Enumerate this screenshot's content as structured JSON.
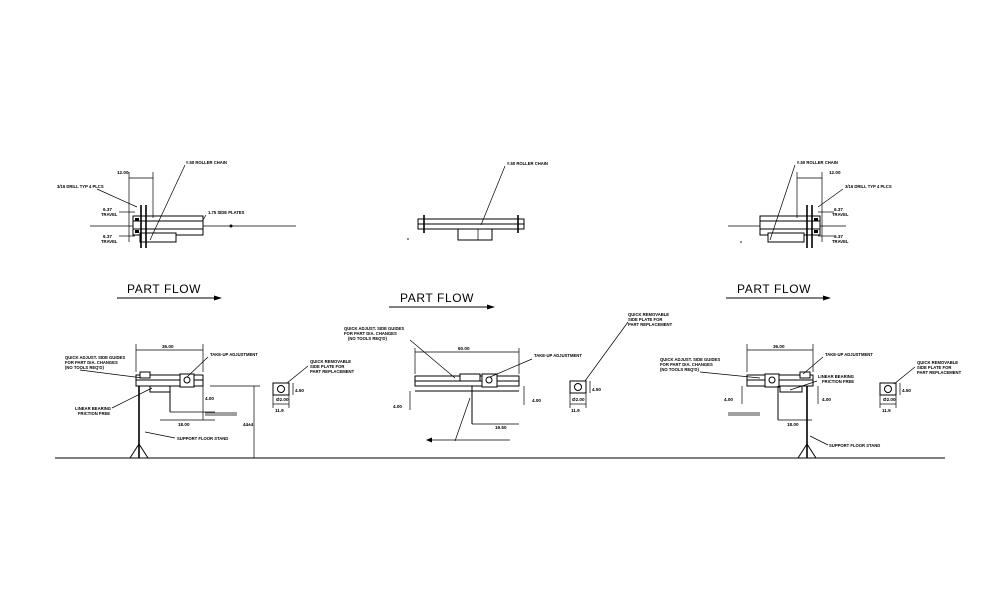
{
  "top_views": {
    "left": {
      "roller_chain": "#.50 ROLLER CHAIN",
      "dim_top": "12.00",
      "drill": "3/16 DRILL TYP 4 PLCS",
      "travel_up_value": "6.37",
      "travel_up_label": "TRAVEL",
      "travel_dn_value": "6.37",
      "travel_dn_label": "TRAVEL",
      "side_plates": "1.75 SIDE PLATES"
    },
    "center": {
      "roller_chain": "#.50 ROLLER CHAIN"
    },
    "right": {
      "roller_chain": "#.50 ROLLER CHAIN",
      "dim_top": "12.00",
      "drill": "3/16 DRILL TYP 4 PLCS",
      "travel_up_value": "6.37",
      "travel_up_label": "TRAVEL",
      "travel_dn_value": "6.37",
      "travel_dn_label": "TRAVEL"
    }
  },
  "part_flow": {
    "left": "PART FLOW",
    "center": "PART FLOW",
    "right": "PART FLOW"
  },
  "side_views": {
    "left": {
      "guides_1": "QUICK ADJUST. SIDE GUIDES",
      "guides_2": "FOR PART DIA. CHANGES",
      "guides_3": "(NO TOOLS REQ'D)",
      "width": "36.00",
      "takeup": "TAKE-UP ADJUSTMENT",
      "bearing_1": "LINEAR BEARING",
      "bearing_2": "FRICTION FREE",
      "dim_400": "4.00",
      "dim_1800": "18.00",
      "support": "SUPPORT FLOOR STAND",
      "height": "44±4",
      "detail_1": "QUICK REMOVABLE",
      "detail_2": "SIDE PLATE FOR",
      "detail_3": "PART REPLACEMENT",
      "detail_450": "4.50",
      "detail_dia": "Ø2.00",
      "detail_119": "11.9"
    },
    "center": {
      "guides_1": "QUICK ADJUST. SIDE GUIDES",
      "guides_2": "FOR PART DIA. CHANGES",
      "guides_3": "(NO TOOLS REQ'D)",
      "removable_1": "QUICK REMOVABLE",
      "removable_2": "SIDE PLATE FOR",
      "removable_3": "PART REPLACEMENT",
      "width": "60.00",
      "takeup": "TAKE-UP ADJUSTMENT",
      "dim_400_l": "4.00",
      "dim_400_r": "4.00",
      "dim_1950": "19.50",
      "detail_450": "4.50",
      "detail_dia": "Ø2.00",
      "detail_119": "11.9"
    },
    "right": {
      "guides_1": "QUICK ADJUST. SIDE GUIDES",
      "guides_2": "FOR PART DIA. CHANGES",
      "guides_3": "(NO TOOLS REQ'D)",
      "width": "36.00",
      "takeup": "TAKE-UP ADJUSTMENT",
      "bearing_1": "LINEAR BEARING",
      "bearing_2": "FRICTION FREE",
      "dim_400_l": "4.00",
      "dim_400_r": "4.00",
      "dim_1800": "18.00",
      "support": "SUPPORT FLOOR STAND",
      "detail_1": "QUICK REMOVABLE",
      "detail_2": "SIDE PLATE FOR",
      "detail_3": "PART REPLACEMENT",
      "detail_450": "4.50",
      "detail_dia": "Ø2.00",
      "detail_119": "11.9"
    }
  }
}
